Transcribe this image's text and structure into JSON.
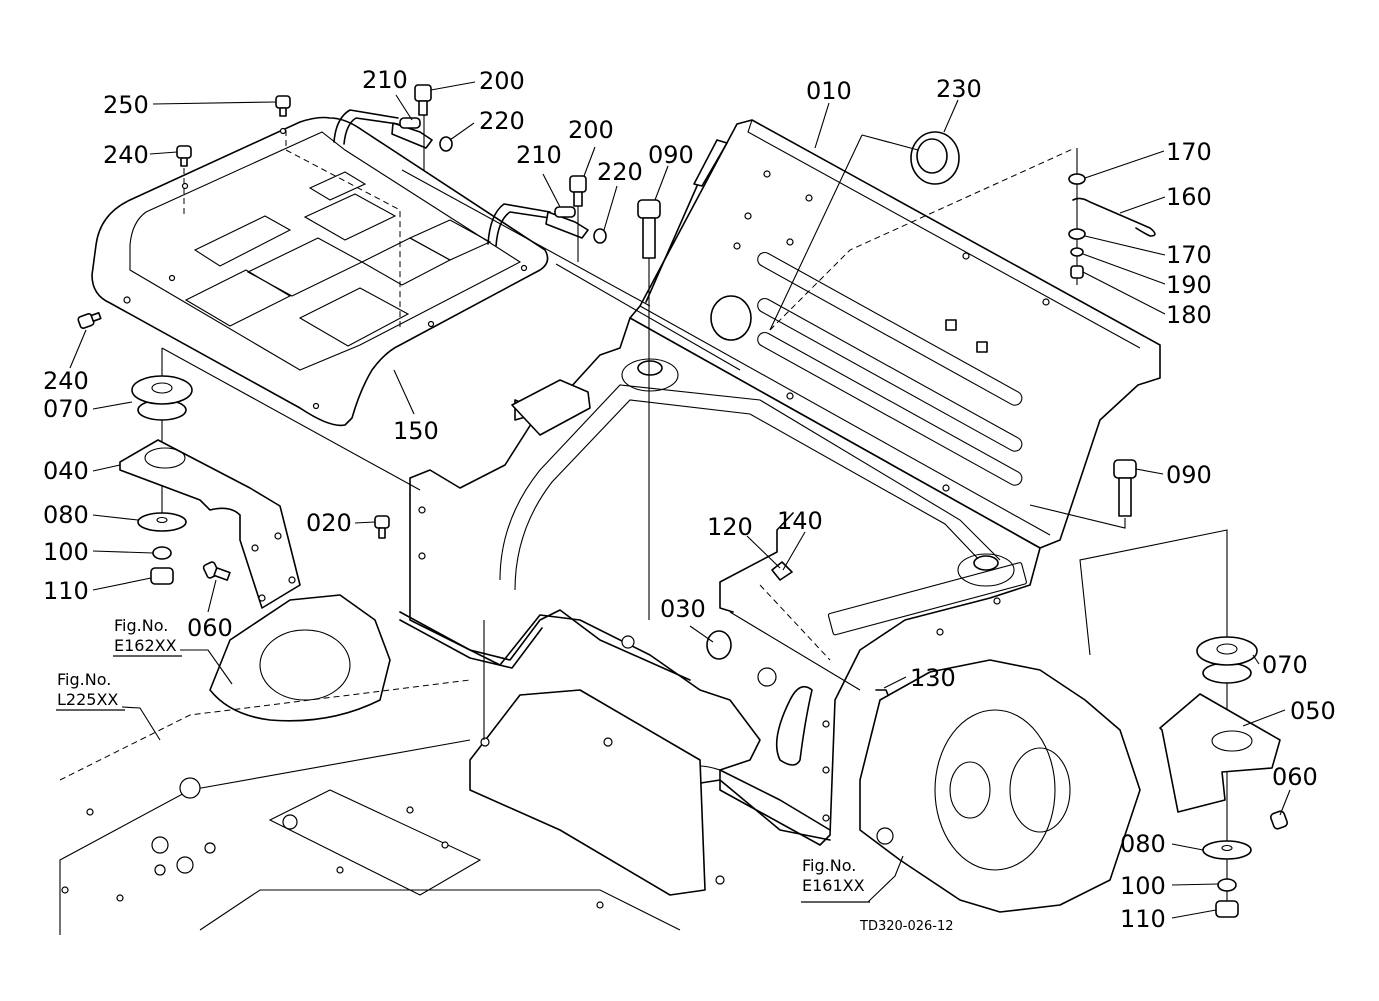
{
  "diagram": {
    "type": "exploded-parts-view",
    "drawing_id": "TD320-026-12",
    "callouts": [
      {
        "id": "c250a",
        "label": "250"
      },
      {
        "id": "c240a",
        "label": "240"
      },
      {
        "id": "c240b",
        "label": "240"
      },
      {
        "id": "c070a",
        "label": "070"
      },
      {
        "id": "c040",
        "label": "040"
      },
      {
        "id": "c080a",
        "label": "080"
      },
      {
        "id": "c100a",
        "label": "100"
      },
      {
        "id": "c110a",
        "label": "110"
      },
      {
        "id": "c060a",
        "label": "060"
      },
      {
        "id": "c150",
        "label": "150"
      },
      {
        "id": "c210a",
        "label": "210"
      },
      {
        "id": "c200a",
        "label": "200"
      },
      {
        "id": "c220a",
        "label": "220"
      },
      {
        "id": "c210b",
        "label": "210"
      },
      {
        "id": "c200b",
        "label": "200"
      },
      {
        "id": "c220b",
        "label": "220"
      },
      {
        "id": "c090a",
        "label": "090"
      },
      {
        "id": "c010",
        "label": "010"
      },
      {
        "id": "c230",
        "label": "230"
      },
      {
        "id": "c170a",
        "label": "170"
      },
      {
        "id": "c160",
        "label": "160"
      },
      {
        "id": "c170b",
        "label": "170"
      },
      {
        "id": "c190",
        "label": "190"
      },
      {
        "id": "c180",
        "label": "180"
      },
      {
        "id": "c090b",
        "label": "090"
      },
      {
        "id": "c020",
        "label": "020"
      },
      {
        "id": "c120",
        "label": "120"
      },
      {
        "id": "c140",
        "label": "140"
      },
      {
        "id": "c030",
        "label": "030"
      },
      {
        "id": "c130",
        "label": "130"
      },
      {
        "id": "c070b",
        "label": "070"
      },
      {
        "id": "c050",
        "label": "050"
      },
      {
        "id": "c060b",
        "label": "060"
      },
      {
        "id": "c080b",
        "label": "080"
      },
      {
        "id": "c100b",
        "label": "100"
      },
      {
        "id": "c110b",
        "label": "110"
      }
    ],
    "figure_references": [
      {
        "id": "ref-e162",
        "line1": "Fig.No.",
        "line2": "E162XX"
      },
      {
        "id": "ref-l225",
        "line1": "Fig.No.",
        "line2": "L225XX"
      },
      {
        "id": "ref-e161",
        "line1": "Fig.No.",
        "line2": "E161XX"
      }
    ]
  }
}
